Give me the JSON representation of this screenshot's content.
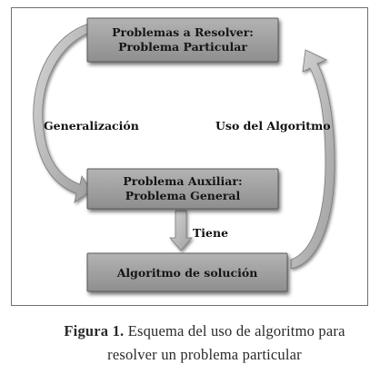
{
  "nodes": {
    "problem_to_solve": {
      "line1": "Problemas a Resolver:",
      "line2": "Problema Particular"
    },
    "auxiliary_problem": {
      "line1": "Problema Auxiliar:",
      "line2": "Problema General"
    },
    "solution_algorithm": {
      "line1": "Algoritmo de solución"
    }
  },
  "edges": {
    "generalization": "Generalización",
    "algorithm_use": "Uso del Algoritmo",
    "has": "Tiene"
  },
  "caption": {
    "label": "Figura 1.",
    "line1": "Esquema del uso de algoritmo para",
    "line2": "resolver un problema particular"
  },
  "colors": {
    "box_fill": "#9b9b9b",
    "box_shadow": "#3f3f3f",
    "arrow_fill": "#b4b4b4",
    "frame": "#6f6f6f"
  }
}
